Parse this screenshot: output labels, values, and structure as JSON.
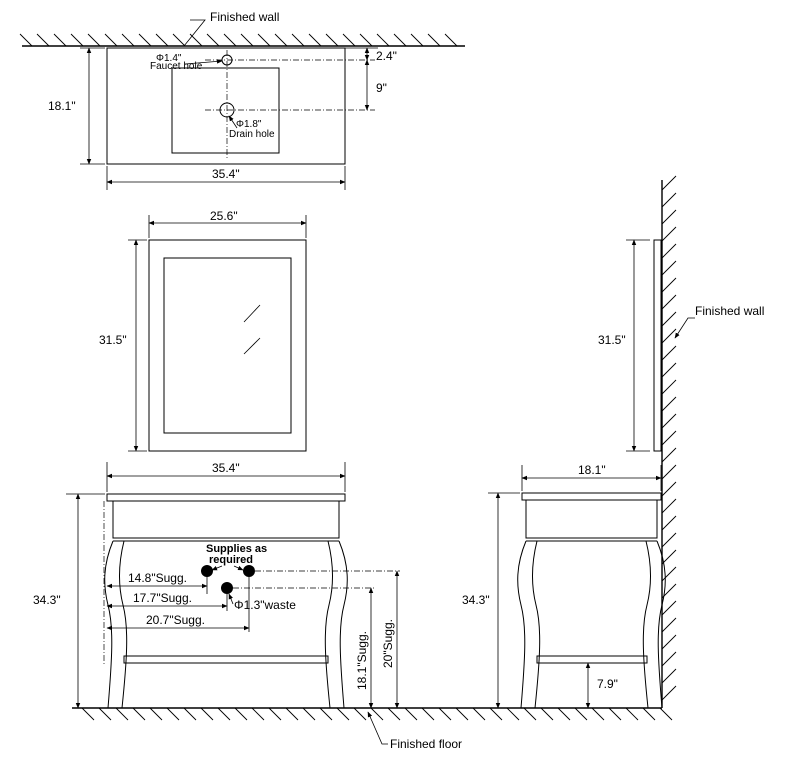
{
  "labels": {
    "finished_wall_top": "Finished wall",
    "finished_wall_side": "Finished wall",
    "finished_floor": "Finished floor",
    "faucet_hole_dia": "Φ1.4\"",
    "faucet_hole": "Faucet hole",
    "drain_hole_dia": "Φ1.8\"",
    "drain_hole": "Drain hole",
    "supplies_line1": "Supplies as",
    "supplies_line2": "required",
    "waste": "Φ1.3\"waste"
  },
  "dimensions": {
    "top_faucet_offset": "2.4\"",
    "top_drain_offset": "9\"",
    "top_depth": "18.1\"",
    "top_width": "35.4\"",
    "mirror_width": "25.6\"",
    "mirror_height": "31.5\"",
    "mirror_side_height": "31.5\"",
    "vanity_width": "35.4\"",
    "vanity_height": "34.3\"",
    "side_depth": "18.1\"",
    "side_height": "34.3\"",
    "shelf_height": "7.9\"",
    "supply_left": "14.8\"Sugg.",
    "waste_center": "17.7\"Sugg.",
    "supply_right": "20.7\"Sugg.",
    "waste_height": "18.1\"Sugg.",
    "supply_height": "20\"Sugg."
  }
}
